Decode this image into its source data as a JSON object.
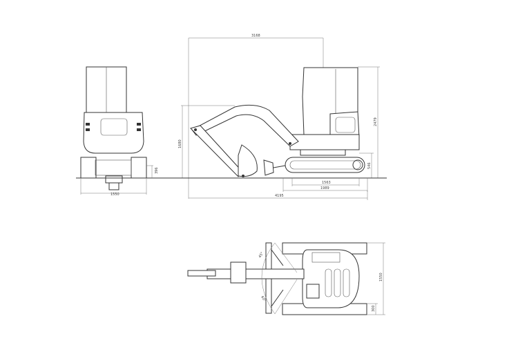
{
  "dimensions": {
    "front_track_width": "1550",
    "front_ground_clearance": "396",
    "side_max_reach_top": "3168",
    "side_max_dig_height": "1680",
    "side_overall_height": "2479",
    "side_track_height": "546",
    "side_tumbler_distance": "1563",
    "side_track_length": "1989",
    "side_overall_length": "4195",
    "top_width": "1550",
    "top_blade_offset": "300",
    "top_swing_left": "45°",
    "top_swing_right": "60°"
  }
}
